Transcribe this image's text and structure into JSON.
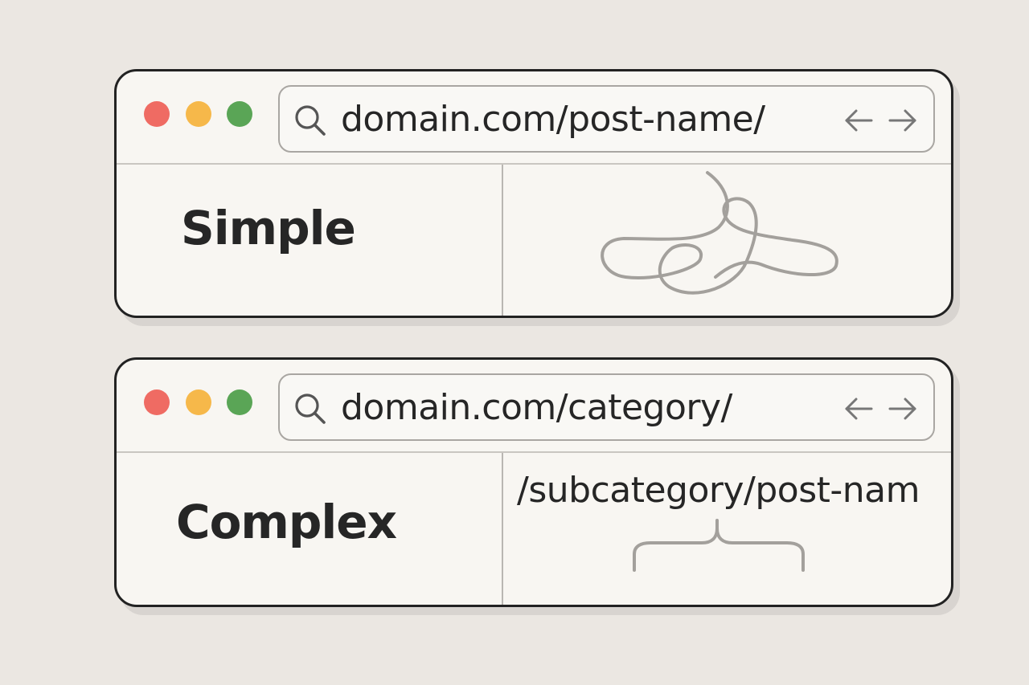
{
  "windows": [
    {
      "url": "domain.com/post-name/",
      "label": "Simple",
      "illustration": "tangled-line"
    },
    {
      "url": "domain.com/category/",
      "label": "Complex",
      "path_continuation": "/subcategory/post-nam",
      "illustration": "curly-brace"
    }
  ],
  "icons": {
    "search": "search-icon",
    "back": "arrow-left-icon",
    "forward": "arrow-right-icon"
  },
  "colors": {
    "background": "#ebe7e2",
    "window": "#f8f6f2",
    "border": "#222222",
    "traffic_red": "#ef6b63",
    "traffic_yellow": "#f6b84a",
    "traffic_green": "#5aa556",
    "sketch_line": "#a3a09c"
  }
}
